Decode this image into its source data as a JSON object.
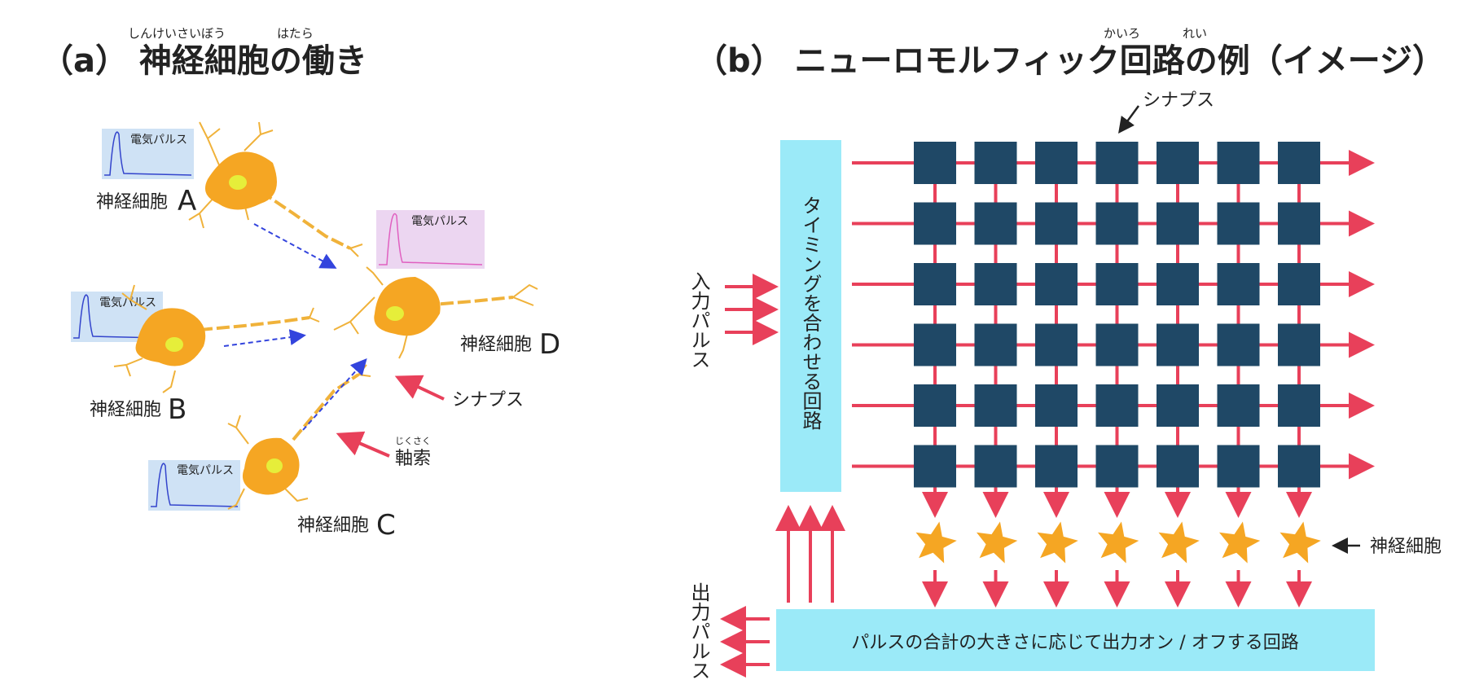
{
  "colors": {
    "neuron": "#f5a623",
    "nucleus": "#e6ee3a",
    "dendrite": "#f0b23a",
    "pulse_box_blue": "#cfe2f5",
    "pulse_box_pink": "#ecd6f1",
    "pulse_line_blue": "#3344cc",
    "pulse_line_pink": "#e060c0",
    "signal_arrow": "#3344dd",
    "red_arrow": "#e8405a",
    "synapse_box": "#1f4866",
    "cyan_box": "#9beaf8",
    "star": "#f5a623"
  },
  "panel_a": {
    "title": "（a） 神経細胞の働き",
    "ruby_1": "しんけいさいぼう",
    "ruby_2": "はたら",
    "pulse_label": "電気パルス",
    "neuron_a": {
      "label": "神経細胞",
      "letter": "A"
    },
    "neuron_b": {
      "label": "神経細胞",
      "letter": "B"
    },
    "neuron_c": {
      "label": "神経細胞",
      "letter": "C"
    },
    "neuron_d": {
      "label": "神経細胞",
      "letter": "D"
    },
    "synapse_label": "シナプス",
    "axon_label": "軸索",
    "axon_ruby": "じくさく"
  },
  "panel_b": {
    "title": "（b） ニューロモルフィック回路の例（イメージ）",
    "ruby_1": "かいろ",
    "ruby_2": "れい",
    "synapse_label": "シナプス",
    "timing_circuit": "タイミングを合わせる回路",
    "input_label": "入力パルス",
    "output_label": "出力パルス",
    "neuron_label": "神経細胞",
    "output_circuit": "パルスの合計の大きさに応じて出力オン / オフする回路",
    "grid_rows": 6,
    "grid_cols": 7
  }
}
